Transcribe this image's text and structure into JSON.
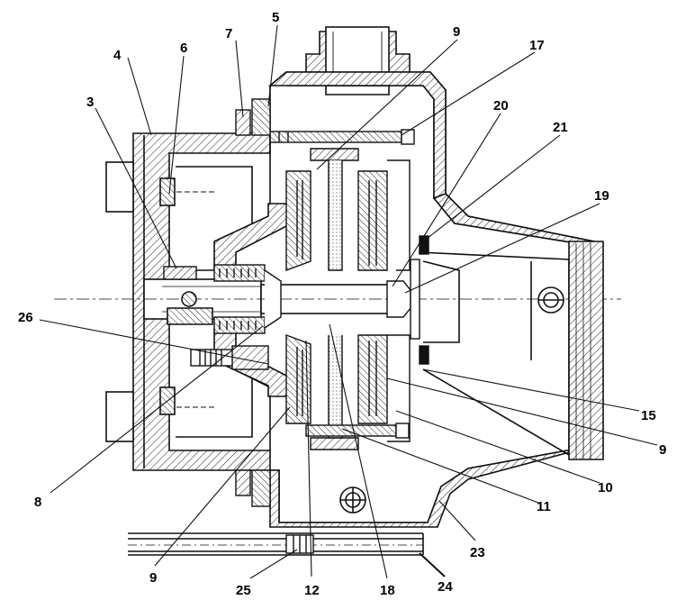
{
  "colors": {
    "ink": "#111111",
    "paper": "#ffffff",
    "hatch": "#222222"
  },
  "callouts": [
    {
      "id": "c7",
      "text": "7"
    },
    {
      "id": "c5",
      "text": "5"
    },
    {
      "id": "c4",
      "text": "4"
    },
    {
      "id": "c6",
      "text": "6"
    },
    {
      "id": "c9a",
      "text": "9"
    },
    {
      "id": "c17",
      "text": "17"
    },
    {
      "id": "c3",
      "text": "3"
    },
    {
      "id": "c20",
      "text": "20"
    },
    {
      "id": "c21",
      "text": "21"
    },
    {
      "id": "c19",
      "text": "19"
    },
    {
      "id": "c26",
      "text": "26"
    },
    {
      "id": "c15",
      "text": "15"
    },
    {
      "id": "c9b",
      "text": "9"
    },
    {
      "id": "c10",
      "text": "10"
    },
    {
      "id": "c8",
      "text": "8"
    },
    {
      "id": "c11",
      "text": "11"
    },
    {
      "id": "c9c",
      "text": "9"
    },
    {
      "id": "c23",
      "text": "23"
    },
    {
      "id": "c25",
      "text": "25"
    },
    {
      "id": "c12",
      "text": "12"
    },
    {
      "id": "c18",
      "text": "18"
    },
    {
      "id": "c24",
      "text": "24"
    }
  ]
}
